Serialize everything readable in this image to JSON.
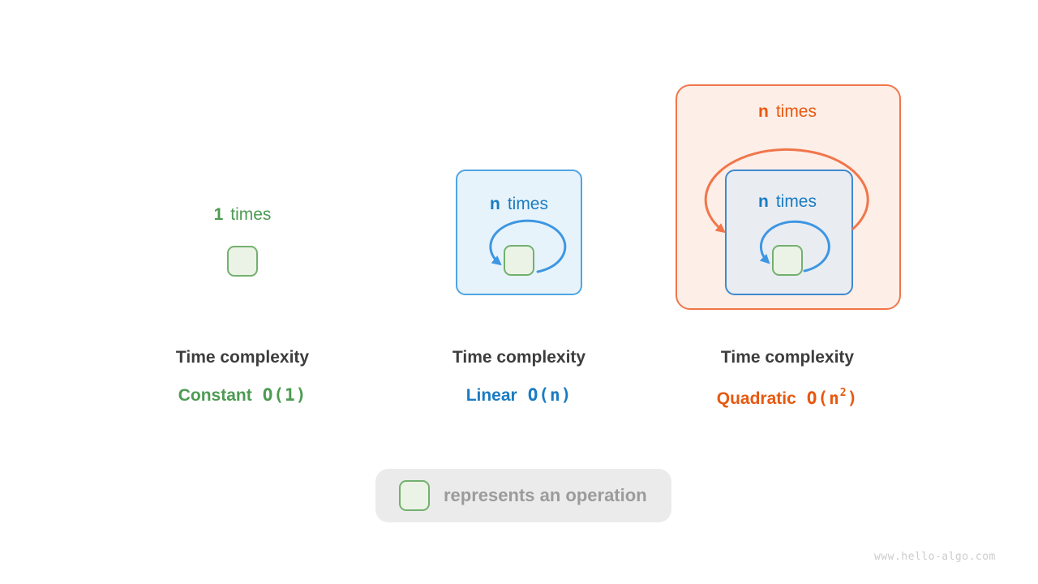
{
  "panels": {
    "constant": {
      "count": "1",
      "times_word": "times",
      "heading": "Time complexity",
      "label": "Constant",
      "notation": "O(1)"
    },
    "linear": {
      "count": "n",
      "times_word": "times",
      "heading": "Time complexity",
      "label": "Linear",
      "notation": "O(n)"
    },
    "quadratic": {
      "outer_count": "n",
      "outer_times_word": "times",
      "inner_count": "n",
      "inner_times_word": "times",
      "heading": "Time complexity",
      "label": "Quadratic",
      "notation_open": "O(n",
      "notation_sup": "2",
      "notation_close": ")"
    }
  },
  "legend": {
    "label": "represents an operation"
  },
  "watermark": "www.hello-algo.com",
  "colors": {
    "green_text": "#4d9b52",
    "green_box_fill": "#ebf3e6",
    "green_box_border": "#74b06f",
    "blue_text": "#1a7cc2",
    "blue_panel_fill": "#e7f3fb",
    "blue_panel_border": "#4fa5e2",
    "blue_arrow": "#3e96e3",
    "inner_panel_fill": "#e9edf2",
    "inner_panel_border": "#3f89cf",
    "orange_text": "#e7590f",
    "orange_panel_fill": "#fdeee7",
    "orange_panel_border": "#f0764a",
    "heading_text": "#3d3d3d",
    "legend_bg": "#ebebeb",
    "legend_text": "#9b9b9b",
    "watermark_text": "#cccccc"
  }
}
